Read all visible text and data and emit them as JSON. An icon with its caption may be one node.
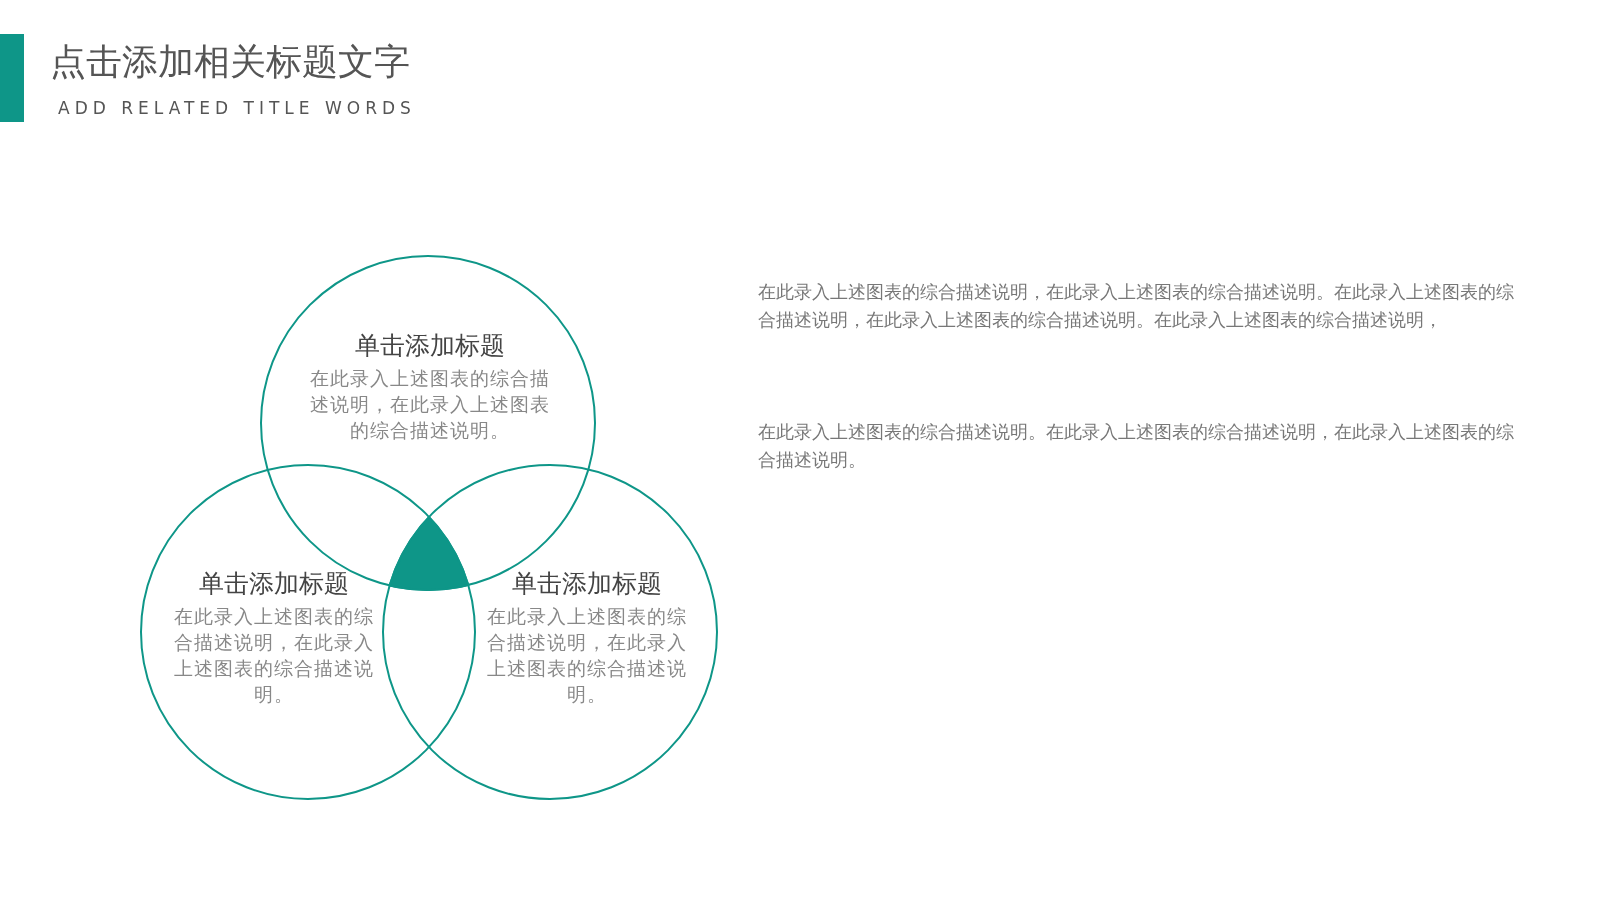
{
  "diagram": {
    "title": "点击添加相关标题文字",
    "nodes": [
      {
        "text": [
          "单击添加标题",
          "在此录入上述图表的综合描述说明，在此录入上述图表的综合描述说明。"
        ]
      },
      {
        "text": [
          "单击添加标题",
          "在此录入上述图表的综合描述说明，在此录入上述图表的综合描述说明。"
        ]
      },
      {
        "text": [
          "单击添加标题",
          "在此录入上述图表的综合描述说明，在此录入上述图表的综合描述说明。"
        ]
      }
    ],
    "edges": [],
    "labels": [
      "ADD RELATED TITLE WORDS",
      "在此录入上述图表的综合描述说明，在此录入上述图表的综合描述说明。在此录入上述图表的综合描述说明，在此录入上述图表的综合描述说明。在此录入上述图表的综合描述说明，",
      "在此录入上述图表的综合描述说明。在此录入上述图表的综合描述说明，在此录入上述图表的综合描述说明。"
    ]
  }
}
